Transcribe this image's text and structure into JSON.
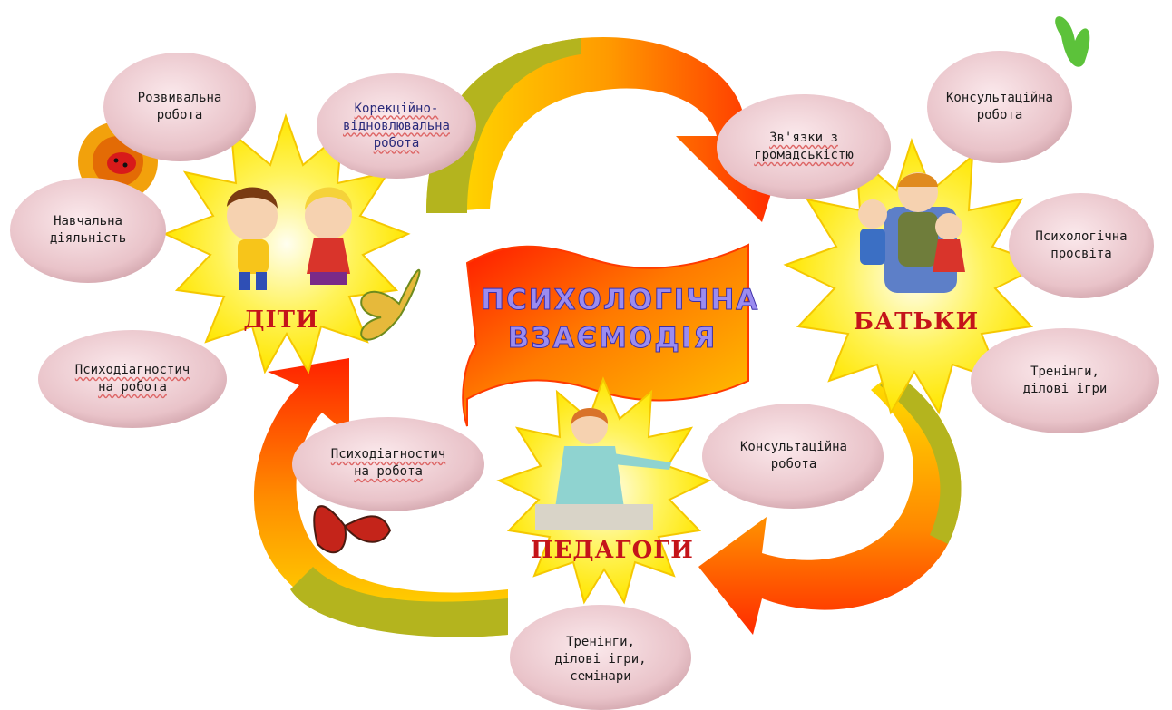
{
  "title": {
    "line1": "ПСИХОЛОГІЧНА",
    "line2": "ВЗАЄМОДІЯ"
  },
  "hubs": {
    "children": "ДІТИ",
    "parents": "БАТЬКИ",
    "teachers": "ПЕДАГОГИ"
  },
  "children_nodes": {
    "developmental": "Розвивальна\nробота",
    "corrective": "Корекційно-\nвідновлювальна\nробота",
    "educational": "Навчальна\nдіяльність",
    "diagnostic": "Психодіагностич\nна робота"
  },
  "parents_nodes": {
    "community": "Зв'язки з\nгромадськістю",
    "consulting": "Консультаційна\nробота",
    "education": "Психологічна\nпросвіта",
    "trainings": "Тренінги,\nділові ігри"
  },
  "teachers_nodes": {
    "diagnostic": "Психодіагностич\nна робота",
    "consulting": "Консультаційна\nробота",
    "trainings": "Тренінги,\nділові ігри,\nсемінари"
  },
  "colors": {
    "bubble": "#ecc6cc",
    "burst": "#fff200",
    "arrow_dark": "#a8a81c",
    "arrow_light": "#ffdf00",
    "arrow_red": "#ff2a00",
    "hub_text": "#c4141a",
    "title_text": "#9b8cf0"
  }
}
